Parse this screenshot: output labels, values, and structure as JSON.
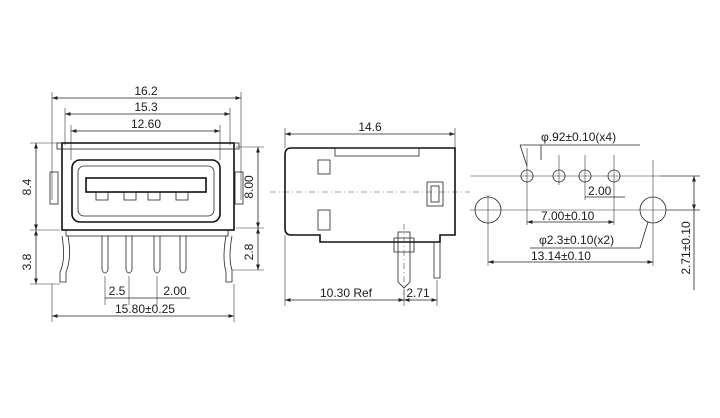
{
  "front_view": {
    "dim_overall_width": "16.2",
    "dim_inner_width": "15.3",
    "dim_opening_width": "12.60",
    "dim_height_left": "8.4",
    "dim_height_right": "8.00",
    "dim_leg_left": "3.8",
    "dim_leg_right": "2.8",
    "dim_pitch_offset": "2.5",
    "dim_pitch": "2.00",
    "dim_bottom_width": "15.80±0.25"
  },
  "side_view": {
    "dim_length": "14.6",
    "dim_reference": "10.30 Ref",
    "dim_pin_offset": "2.71"
  },
  "footprint": {
    "dim_pin_hole": "φ.92±0.10(x4)",
    "dim_hole_pitch": "2.00",
    "dim_outer_holes": "7.00±0.10",
    "dim_mount_hole": "φ2.3±0.10(x2)",
    "dim_mount_span": "13.14±0.10",
    "dim_vertical": "2.71±0.10"
  }
}
